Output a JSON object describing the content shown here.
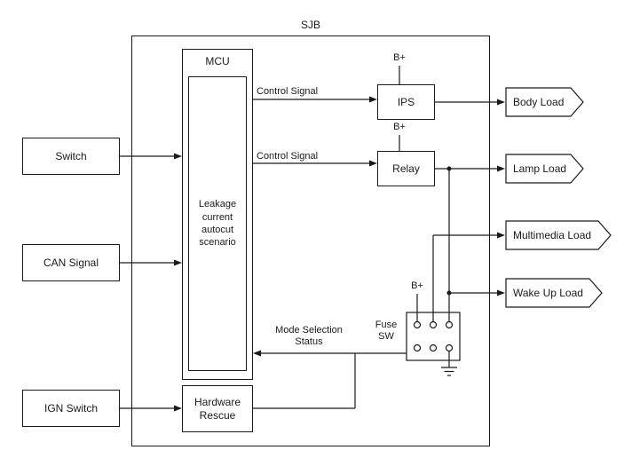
{
  "diagram_title": "SJB",
  "blocks": {
    "mcu": "MCU",
    "leakage_scenario": "Leakage current autocut scenario",
    "switch": "Switch",
    "can_signal": "CAN Signal",
    "ign_switch": "IGN Switch",
    "hardware_rescue": "Hardware Rescue",
    "ips": "IPS",
    "relay": "Relay",
    "fuse_sw": "Fuse SW"
  },
  "signal_labels": {
    "control_signal_to_ips": "Control Signal",
    "control_signal_to_relay": "Control Signal",
    "mode_selection_status": "Mode Selection Status",
    "b_plus_above_ips": "B+",
    "b_plus_above_relay": "B+",
    "b_plus_above_fuse": "B+"
  },
  "loads": [
    {
      "label": "Body Load"
    },
    {
      "label": "Lamp Load"
    },
    {
      "label": "Multimedia Load"
    },
    {
      "label": "Wake Up Load"
    }
  ],
  "colors": {
    "line": "#1a1a1a",
    "background": "#ffffff"
  }
}
